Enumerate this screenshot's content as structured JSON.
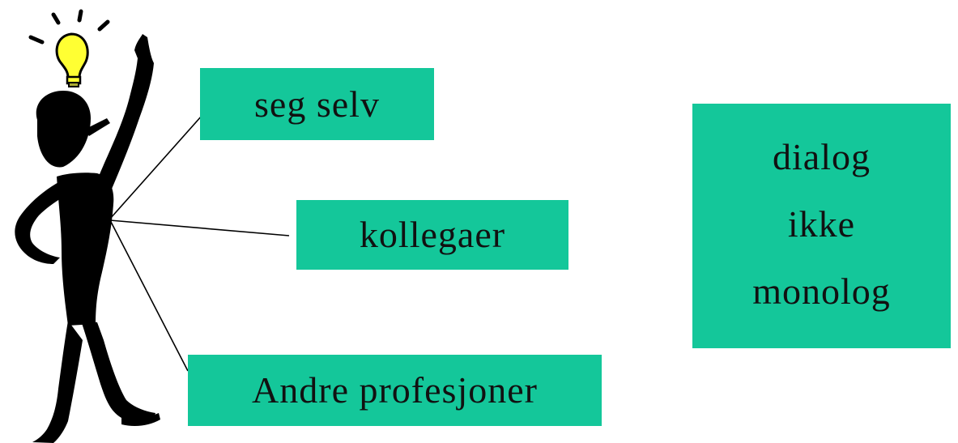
{
  "boxes": {
    "self": "seg selv",
    "colleagues": "kollegaer",
    "professions": "Andre profesjoner"
  },
  "dialog_box": {
    "line1": "dialog",
    "line2": "ikke",
    "line3": "monolog"
  },
  "colors": {
    "box_fill": "#14c79a",
    "figure": "#000000",
    "bulb": "#ffff33",
    "background": "#ffffff"
  },
  "icons": {
    "figure": "thinking-person-icon",
    "bulb": "lightbulb-icon"
  }
}
